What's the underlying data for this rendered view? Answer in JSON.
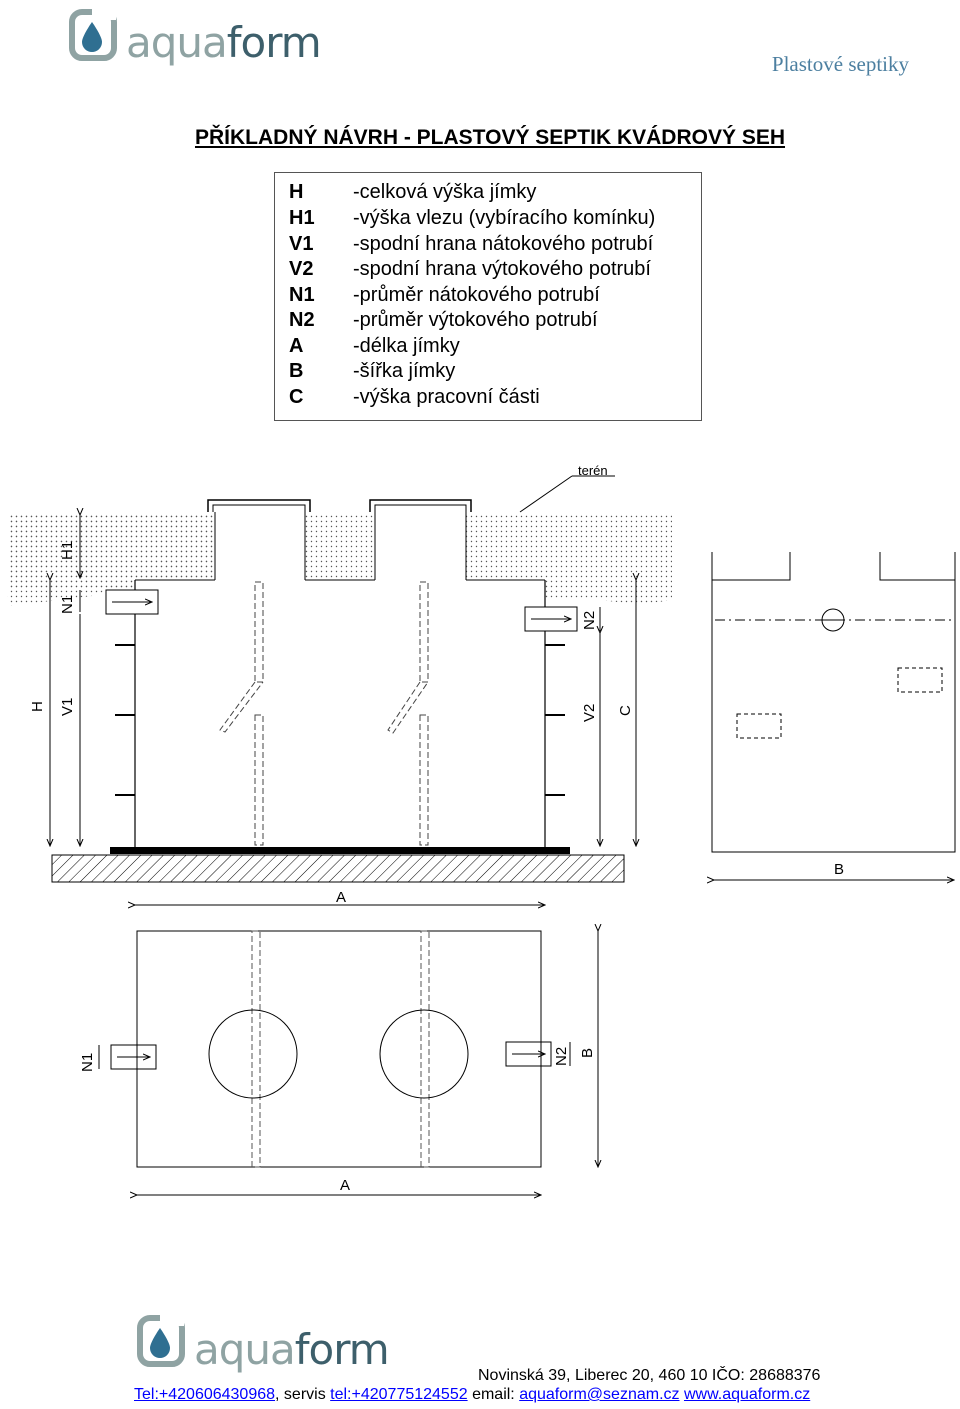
{
  "brand": {
    "name_part1": "aqua",
    "name_part2": "form",
    "logo_icon": "water-drop-icon"
  },
  "header": {
    "category": "Plastové septiky"
  },
  "title": "PŘÍKLADNÝ NÁVRH - PLASTOVÝ SEPTIK KVÁDROVÝ SEH",
  "legend": [
    {
      "code": "H",
      "desc": "-celková výška jímky"
    },
    {
      "code": "H1",
      "desc": "-výška vlezu (vybíracího komínku)"
    },
    {
      "code": "V1",
      "desc": "-spodní hrana nátokového potrubí"
    },
    {
      "code": "V2",
      "desc": "-spodní hrana výtokového potrubí"
    },
    {
      "code": "N1",
      "desc": "-průměr nátokového potrubí"
    },
    {
      "code": "N2",
      "desc": "-průměr výtokového potrubí"
    },
    {
      "code": "A",
      "desc": "-délka jímky"
    },
    {
      "code": "B",
      "desc": "-šířka jímky"
    },
    {
      "code": "C",
      "desc": "-výška pracovní části"
    }
  ],
  "drawing_labels": {
    "teren": "terén",
    "H": "H",
    "H1": "H1",
    "N1": "N1",
    "V1": "V1",
    "N2": "N2",
    "V2": "V2",
    "C": "C",
    "A": "A",
    "B": "B"
  },
  "footer": {
    "address": "Novinská 39, Liberec 20, 460 10  IČO: 28688376",
    "tel_label": "Tel:+420606430968",
    "servis_prefix": ", servis ",
    "servis_tel": "tel:+420775124552",
    "email_prefix": " email: ",
    "email": "aquaform@seznam.cz",
    "space": "  ",
    "web": "www.aquaform.cz"
  }
}
